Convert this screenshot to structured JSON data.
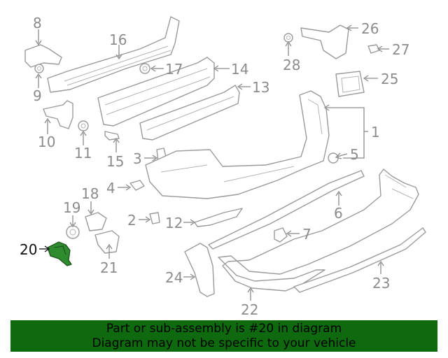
{
  "callouts": [
    "1",
    "2",
    "3",
    "4",
    "5",
    "6",
    "7",
    "8",
    "9",
    "10",
    "11",
    "12",
    "13",
    "14",
    "15",
    "16",
    "17",
    "18",
    "19",
    "20",
    "21",
    "22",
    "23",
    "24",
    "25",
    "26",
    "27",
    "28"
  ],
  "highlighted_part": "20",
  "highlight_color": "#2e8b2e",
  "banner": {
    "line1": "Part or sub-assembly is #20 in diagram",
    "line2": "Diagram may not be specific to your vehicle",
    "background": "#0f6a0f"
  }
}
